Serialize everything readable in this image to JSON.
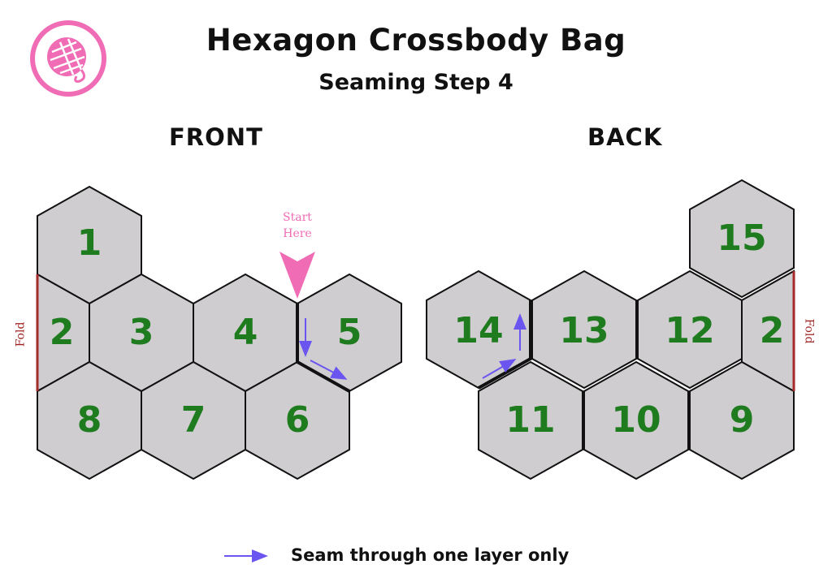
{
  "header": {
    "title": "Hexagon Crossbody Bag",
    "subtitle": "Seaming Step 4"
  },
  "front": {
    "label": "FRONT",
    "hexagons": [
      "1",
      "2",
      "3",
      "4",
      "5",
      "8",
      "7",
      "6"
    ],
    "start_line1": "Start",
    "start_line2": "Here",
    "fold_label": "Fold"
  },
  "back": {
    "label": "BACK",
    "hexagons": [
      "15",
      "14",
      "13",
      "12",
      "2",
      "11",
      "10",
      "9"
    ],
    "fold_label": "Fold"
  },
  "legend": {
    "text": "Seam through one layer only"
  },
  "colors": {
    "hex_fill": "#cfcdd0",
    "hex_stroke": "#111111",
    "number": "#1e7b1e",
    "seam_arrow": "#6a55f0",
    "start_marker": "#f06cb5",
    "fold_line": "#a52a2a",
    "logo": "#f06cb5"
  },
  "icons": {
    "logo": "yarn-ball-logo-icon",
    "start": "start-here-triangle-icon",
    "seam": "seam-arrow-icon"
  }
}
